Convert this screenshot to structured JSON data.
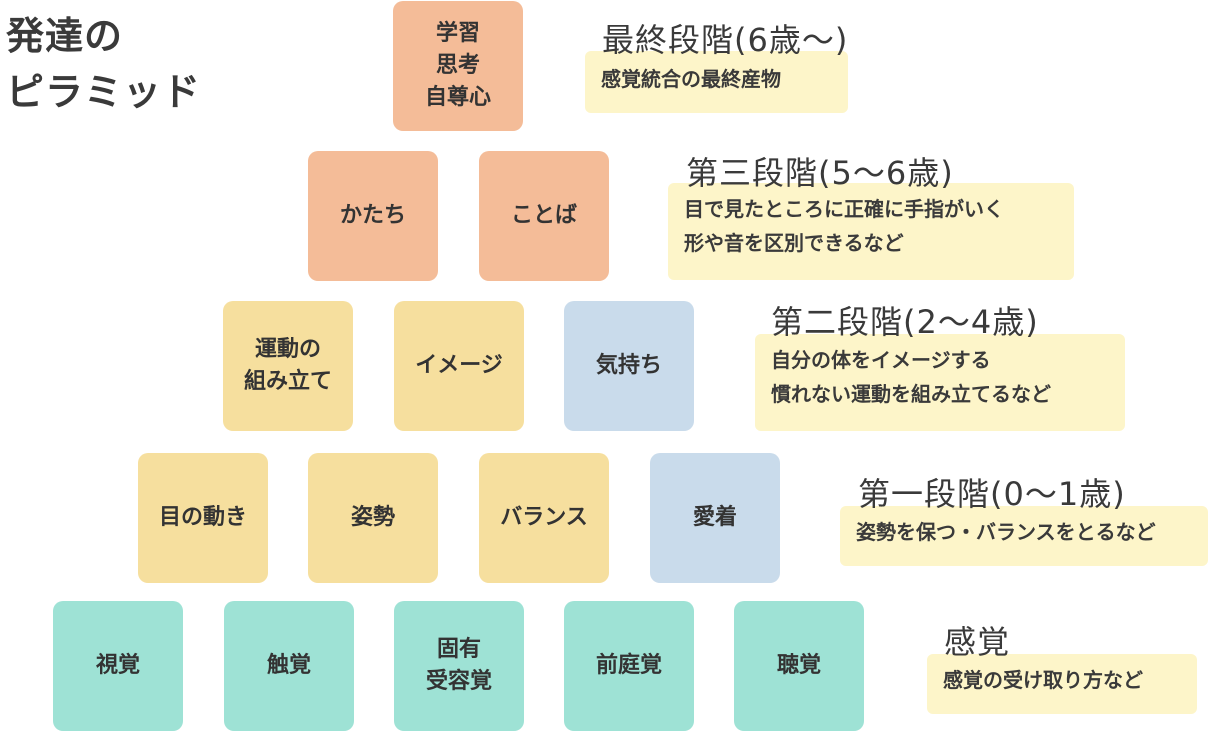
{
  "title": {
    "line1": "発達の",
    "line2": "ピラミッド"
  },
  "levels": {
    "top": {
      "boxes": [
        "学習\n思考\n自尊心"
      ]
    },
    "third": {
      "boxes": [
        "かたち",
        "ことば"
      ]
    },
    "second": {
      "boxes": [
        "運動の\n組み立て",
        "イメージ",
        "気持ち"
      ]
    },
    "first": {
      "boxes": [
        "目の動き",
        "姿勢",
        "バランス",
        "愛着"
      ]
    },
    "senses": {
      "boxes": [
        "視覚",
        "触覚",
        "固有\n受容覚",
        "前庭覚",
        "聴覚"
      ]
    }
  },
  "stages": {
    "final": {
      "title": "最終段階(6歳〜)",
      "lines": [
        "感覚統合の最終産物"
      ]
    },
    "third": {
      "title": "第三段階(5〜6歳)",
      "lines": [
        "目で見たところに正確に手指がいく",
        "形や音を区別できるなど"
      ]
    },
    "second": {
      "title": "第二段階(2〜4歳)",
      "lines": [
        "自分の体をイメージする",
        "慣れない運動を組み立てるなど"
      ]
    },
    "first": {
      "title": "第一段階(0〜1歳)",
      "lines": [
        "姿勢を保つ・バランスをとるなど"
      ]
    },
    "senses": {
      "title": "感覚",
      "lines": [
        "感覚の受け取り方など"
      ]
    }
  },
  "colors": {
    "orange": "#f4bc98",
    "yellow": "#f6df9e",
    "blue": "#c9dbeb",
    "teal": "#9ee2d5",
    "note_background": "#fdf5c9"
  }
}
